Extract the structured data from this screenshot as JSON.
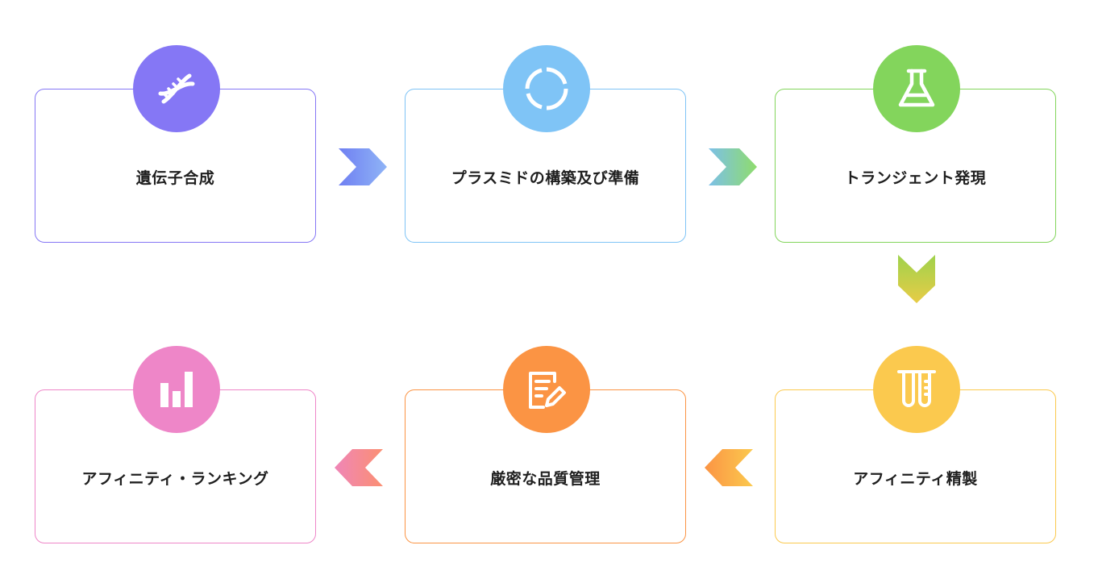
{
  "steps": [
    {
      "label": "遺伝子合成",
      "icon": "dna-icon",
      "color": "#8577f5"
    },
    {
      "label": "プラスミドの構築及び準備",
      "icon": "loading-ring-icon",
      "color": "#7fc4f6"
    },
    {
      "label": "トランジェント発現",
      "icon": "flask-icon",
      "color": "#83d55c"
    },
    {
      "label": "アフィニティ精製",
      "icon": "test-tubes-icon",
      "color": "#fbc94e"
    },
    {
      "label": "厳密な品質管理",
      "icon": "document-edit-icon",
      "color": "#fb9444"
    },
    {
      "label": "アフィニティ・ランキング",
      "icon": "bar-chart-icon",
      "color": "#ee86c8"
    }
  ],
  "connectors": [
    {
      "from": "遺伝子合成",
      "to": "プラスミドの構築及び準備",
      "colors": [
        "#6f7ff2",
        "#8fb4f6"
      ]
    },
    {
      "from": "プラスミドの構築及び準備",
      "to": "トランジェント発現",
      "colors": [
        "#7cc0e8",
        "#8fdc6c"
      ]
    },
    {
      "from": "トランジェント発現",
      "to": "アフィニティ精製",
      "colors": [
        "#9fd24c",
        "#e8cc46"
      ]
    },
    {
      "from": "アフィニティ精製",
      "to": "厳密な品質管理",
      "colors": [
        "#fbc94e",
        "#fb9444"
      ]
    },
    {
      "from": "厳密な品質管理",
      "to": "アフィニティ・ランキング",
      "colors": [
        "#ef86b8",
        "#fb8f72"
      ]
    }
  ]
}
